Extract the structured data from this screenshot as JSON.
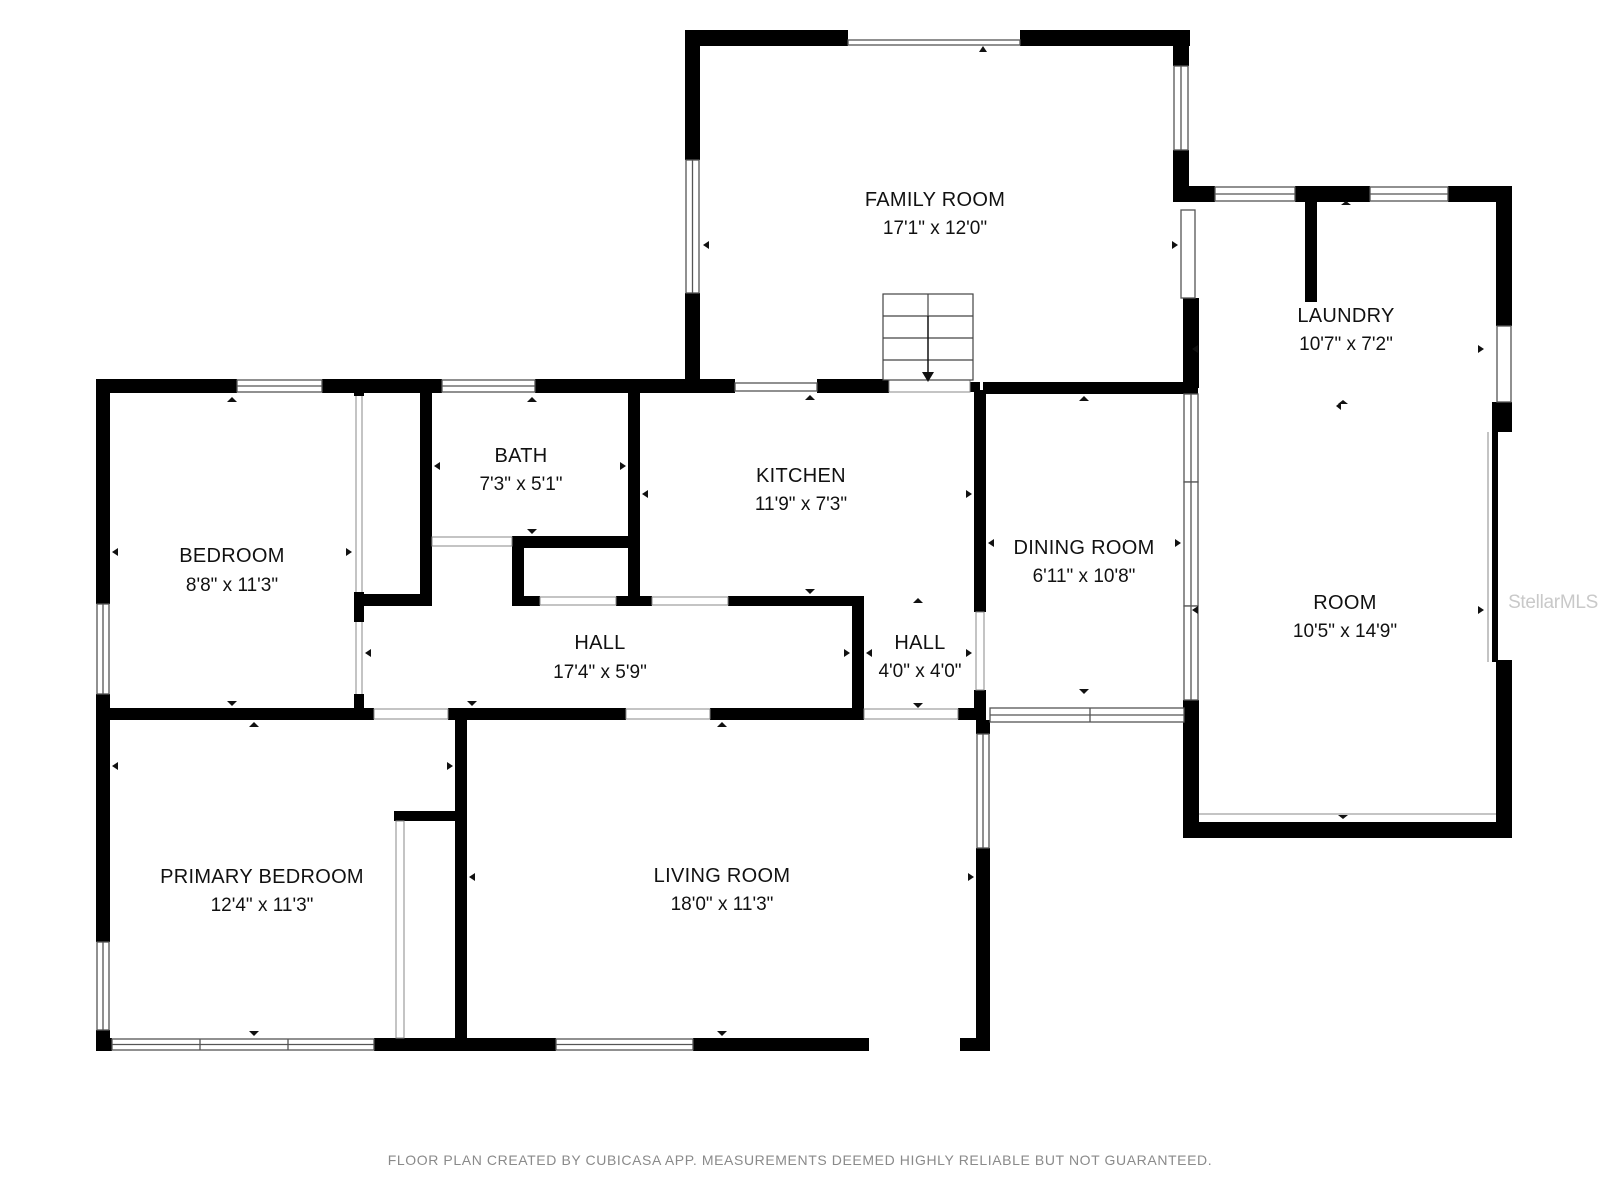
{
  "rooms": {
    "family_room": {
      "name": "FAMILY ROOM",
      "dims": "17'1\" x 12'0\""
    },
    "laundry": {
      "name": "LAUNDRY",
      "dims": "10'7\" x 7'2\""
    },
    "bedroom": {
      "name": "BEDROOM",
      "dims": "8'8\" x 11'3\""
    },
    "bath": {
      "name": "BATH",
      "dims": "7'3\" x 5'1\""
    },
    "kitchen": {
      "name": "KITCHEN",
      "dims": "11'9\" x 7'3\""
    },
    "dining_room": {
      "name": "DINING ROOM",
      "dims": "6'11\" x 10'8\""
    },
    "room": {
      "name": "ROOM",
      "dims": "10'5\" x 14'9\""
    },
    "hall_main": {
      "name": "HALL",
      "dims": "17'4\" x 5'9\""
    },
    "hall_small": {
      "name": "HALL",
      "dims": "4'0\" x 4'0\""
    },
    "primary_bedroom": {
      "name": "PRIMARY BEDROOM",
      "dims": "12'4\" x 11'3\""
    },
    "living_room": {
      "name": "LIVING ROOM",
      "dims": "18'0\" x 11'3\""
    }
  },
  "footer": {
    "disclaimer": "FLOOR PLAN CREATED BY CUBICASA APP. MEASUREMENTS DEEMED HIGHLY RELIABLE BUT NOT GUARANTEED."
  },
  "watermark": {
    "text": "StellarMLS"
  },
  "colors": {
    "wall": "#000000",
    "window_frame": "#555555",
    "text": "#111111",
    "footer_text": "#8a8a8a",
    "watermark": "#c9c9c9"
  }
}
